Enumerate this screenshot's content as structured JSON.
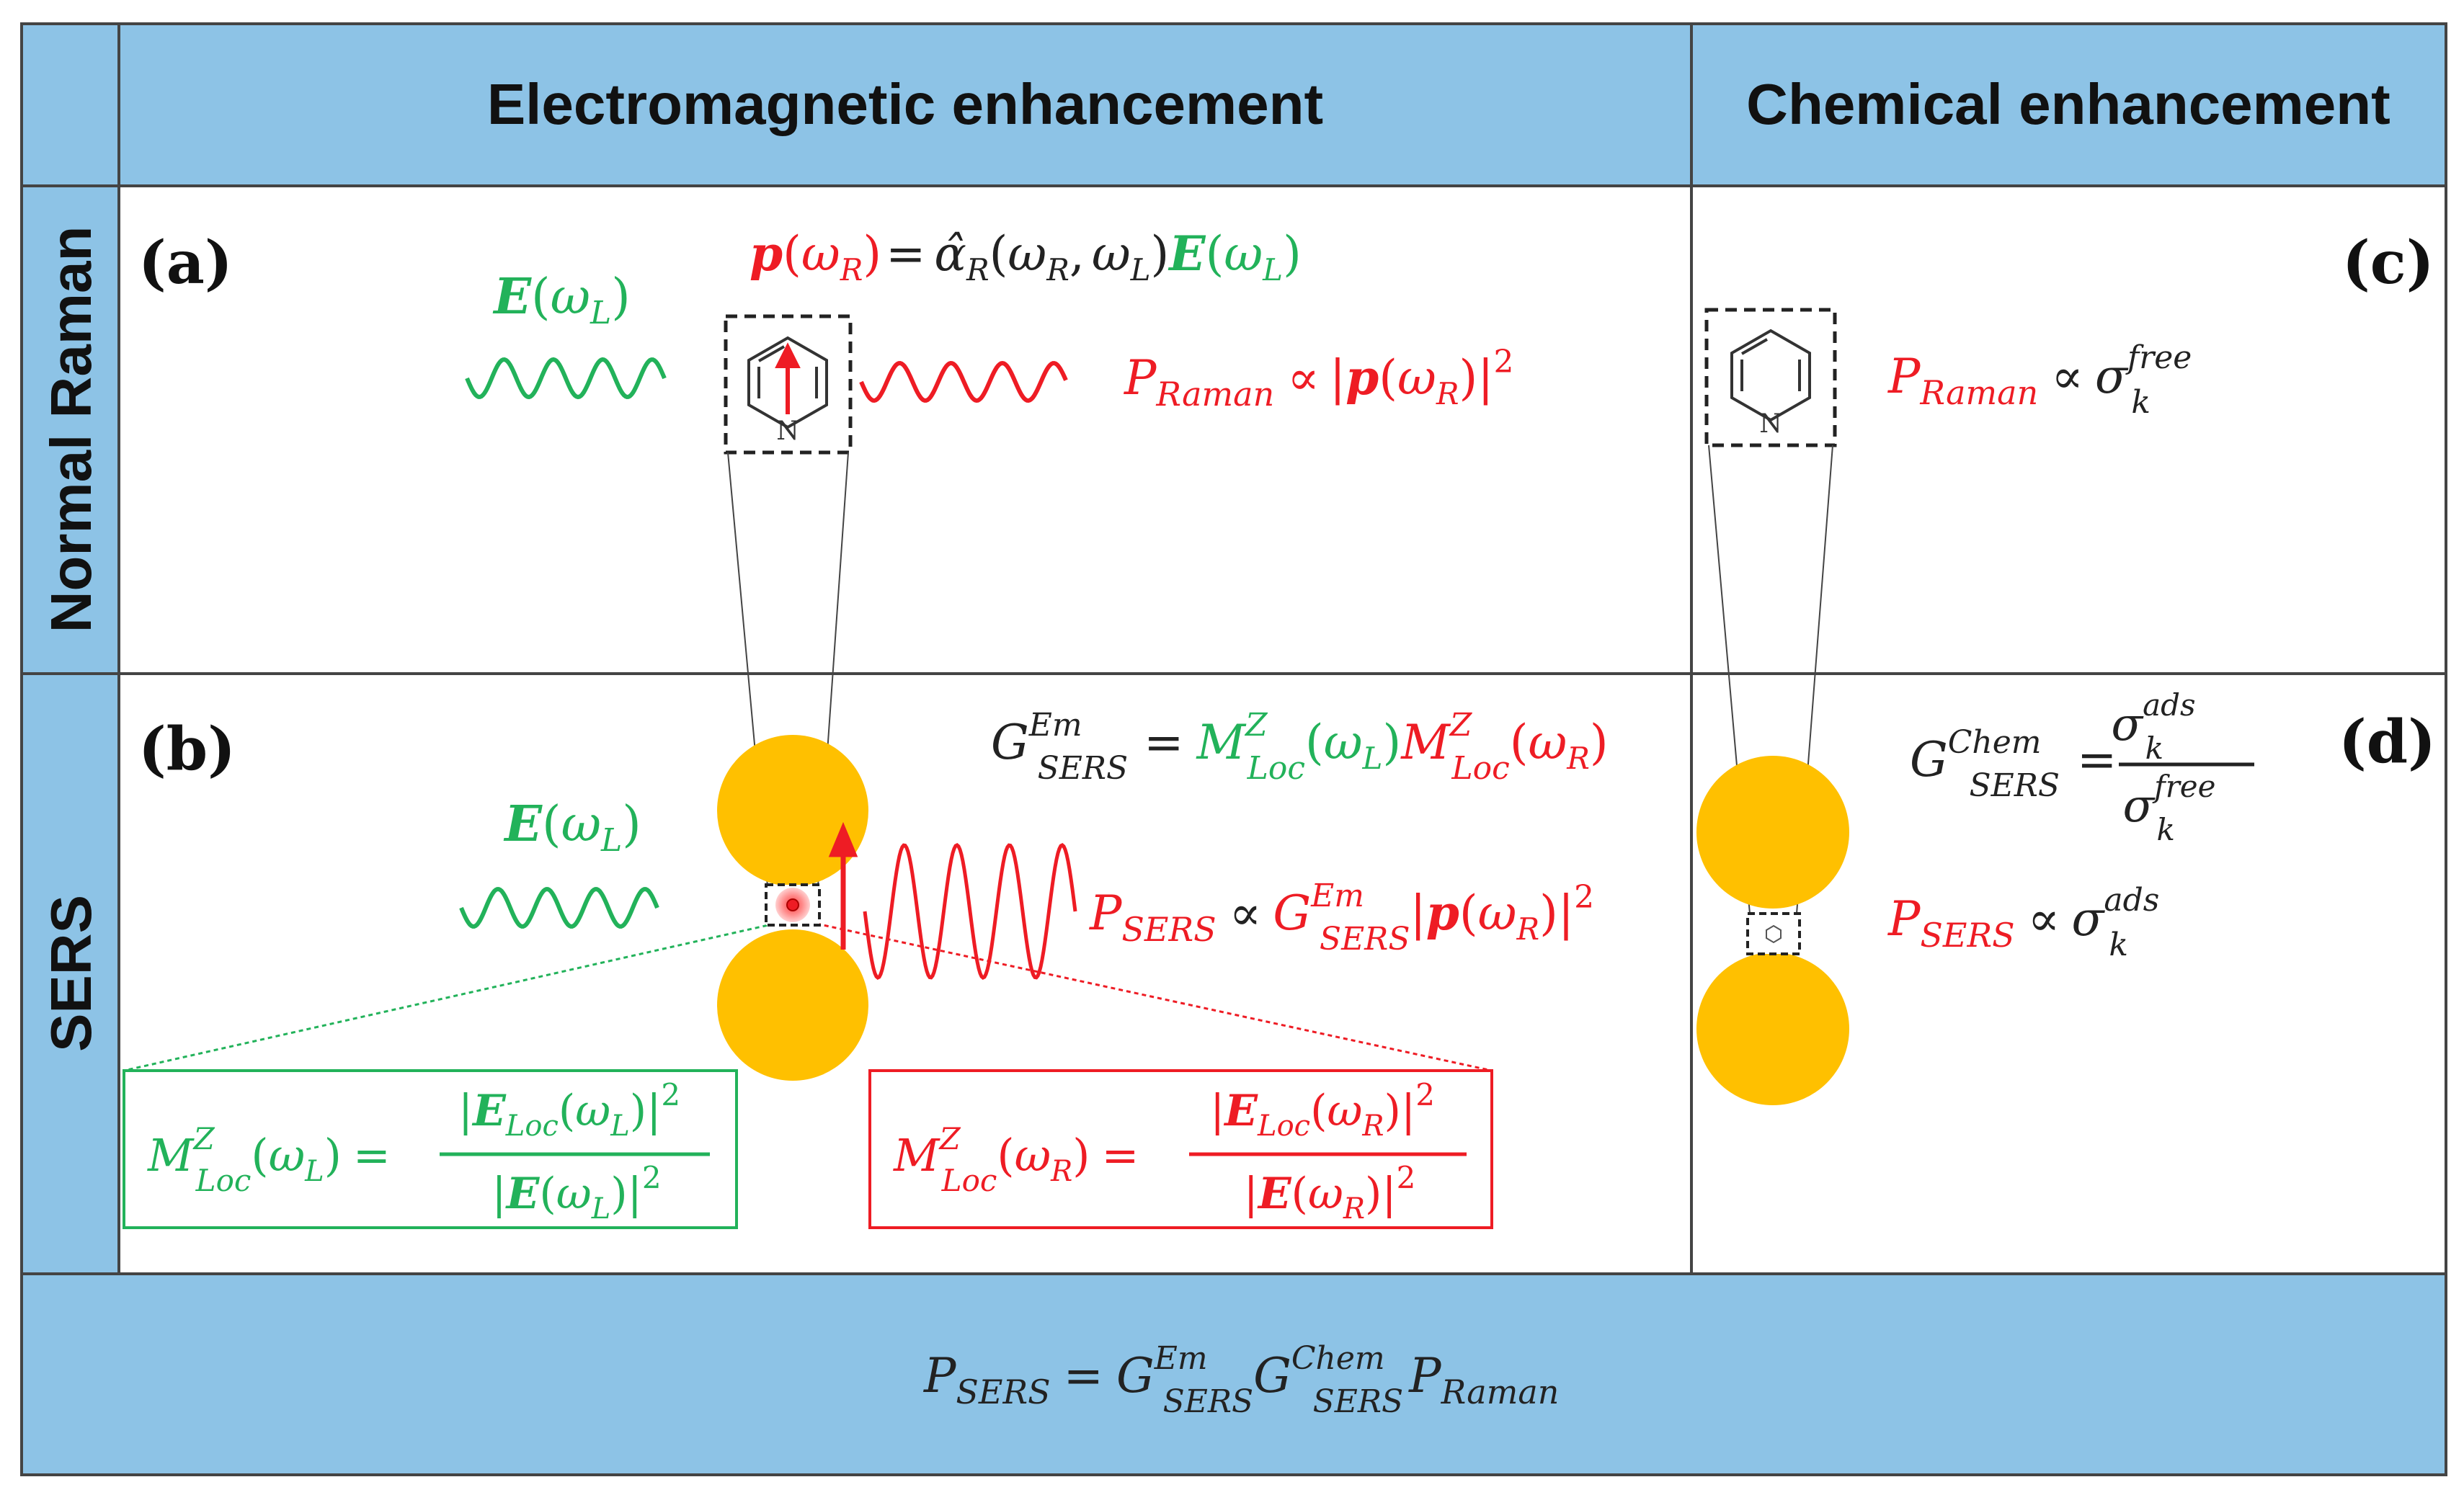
{
  "colors": {
    "header_fill": "#8dc3e6",
    "border": "#444444",
    "green": "#22b25a",
    "red": "#ee1c24",
    "black": "#222222",
    "gold": "#ffc000",
    "hotspot": "#ff6a6a"
  },
  "headers": {
    "em": "Electromagnetic enhancement",
    "chem": "Chemical enhancement",
    "row_normal": "Normal Raman",
    "row_sers": "SERS"
  },
  "panels": {
    "a": "(a)",
    "b": "(b)",
    "c": "(c)",
    "d": "(d)"
  },
  "icons": {
    "molecule": "pyridine-molecule-icon",
    "nanoparticle": "gold-nanoparticle-icon",
    "wave": "light-wave-icon",
    "dipole": "dipole-arrow-icon"
  },
  "symbols": {
    "E": "E",
    "p": "p",
    "P": "P",
    "G": "G",
    "M": "M",
    "alpha_hat": "α̂",
    "omega": "ω",
    "sigma": "σ",
    "propto": "∝",
    "equals": "=",
    "comma": ",",
    "lparen": "(",
    "rparen": ")",
    "bar": "|",
    "sq": "2",
    "N": "N",
    "sub_L": "L",
    "sub_R": "R",
    "sub_Raman": "Raman",
    "sub_SERS": "SERS",
    "sub_Loc": "Loc",
    "sub_k": "k",
    "sup_Em": "Em",
    "sup_Chem": "Chem",
    "sup_Z": "Z",
    "sup_free": "free",
    "sup_ads": "ads"
  }
}
